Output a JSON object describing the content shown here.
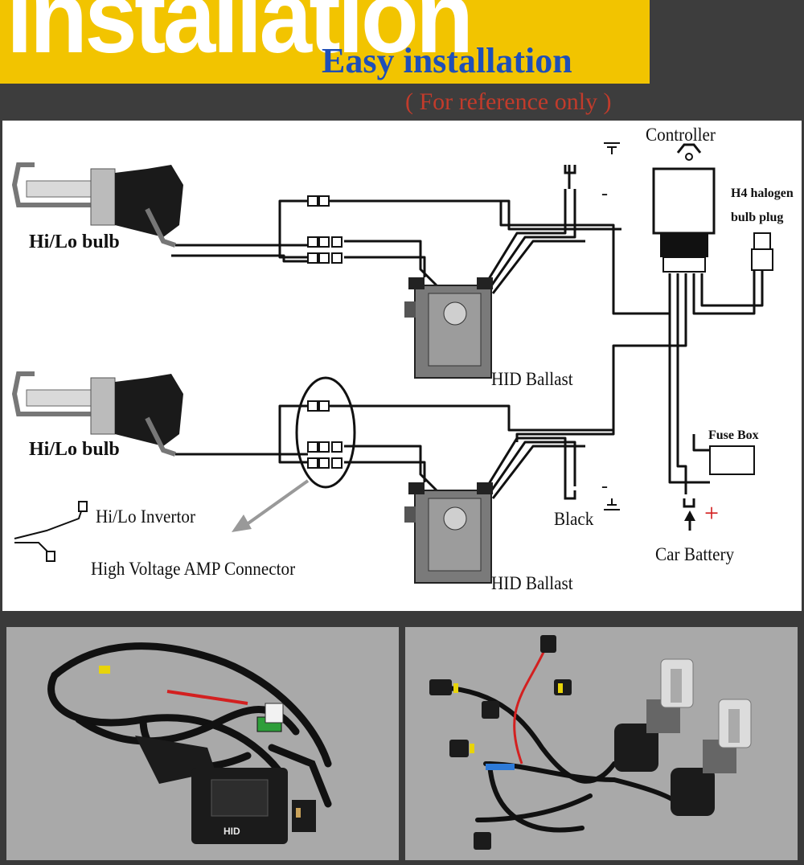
{
  "header": {
    "title": "installation",
    "subtitle": "Easy installation",
    "note": "( For reference only )"
  },
  "diagram": {
    "labels": {
      "bulb_top": "Hi/Lo bulb",
      "bulb_bottom": "Hi/Lo bulb",
      "ballast_top": "HID Ballast",
      "ballast_bottom": "HID Ballast",
      "controller": "Controller",
      "h4_line1": "H4 halogen",
      "h4_line2": "bulb plug",
      "fuse_box": "Fuse Box",
      "car_battery": "Car Battery",
      "black": "Black",
      "invertor": "Hi/Lo Invertor",
      "amp_connector": "High Voltage AMP Connector",
      "minus_top": "-",
      "minus_bottom": "-",
      "plus": "+"
    }
  },
  "photos": {
    "left_label": "HID",
    "colors": {
      "background": "#a9a9a9",
      "cable": "#111111",
      "fuse": "#2e9e3a",
      "accent_red": "#d32020",
      "connector_yellow": "#e8d40a"
    }
  },
  "colors": {
    "title_bg": "#f2c400",
    "title_text": "#ffffff",
    "subtitle": "#1f4fb8",
    "note": "#c23b2b",
    "header_bg": "#3d3d3d"
  }
}
